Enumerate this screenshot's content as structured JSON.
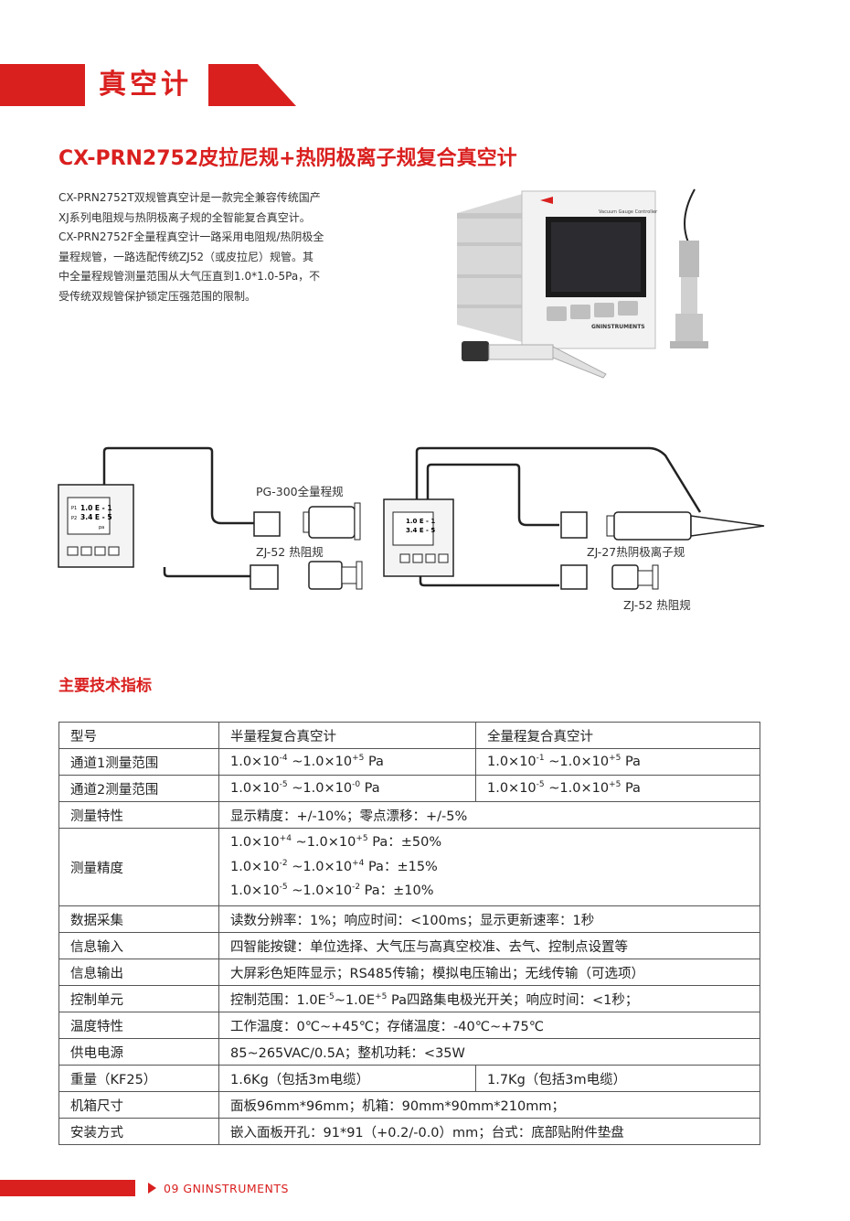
{
  "header": {
    "title": "真空计"
  },
  "product": {
    "title": "CX-PRN2752皮拉尼规+热阴极离子规复合真空计",
    "intro_lines": [
      "CX-PRN2752T双规管真空计是一款完全兼容传统国产",
      "XJ系列电阻规与热阴极离子规的全智能复合真空计。",
      "CX-PRN2752F全量程真空计一路采用电阻规/热阴极全",
      "量程规管，一路选配传统ZJ52（或皮拉尼）规管。其",
      "中全量程规管测量范围从大气压直到1.0*1.0-5Pa，不",
      "受传统双规管保护锁定压强范围的限制。"
    ],
    "device_brand": "GNINSTRUMENTS",
    "device_label": "Vacuum Gauge Controller"
  },
  "diagram": {
    "screen_l1": "1.0 E - 1",
    "screen_l2": "3.4 E - 5",
    "screen_p1": "P1",
    "screen_p2": "P2",
    "screen_unit": "pa",
    "label_pg300": "PG-300全量程规",
    "label_zj52_left": "ZJ-52 热阻规",
    "label_zj27": "ZJ-27热阴极离子规",
    "label_zj52_right": "ZJ-52 热阻规"
  },
  "specs": {
    "title": "主要技术指标",
    "header": {
      "c1": "型号",
      "c2": "半量程复合真空计",
      "c3": "全量程复合真空计"
    },
    "ch1": {
      "label": "通道1测量范围",
      "half": {
        "a": "1.0×10",
        "e1": "-4",
        "b": " ~1.0×10",
        "e2": "+5",
        "c": " Pa"
      },
      "full": {
        "a": "1.0×10",
        "e1": "-1",
        "b": " ~1.0×10",
        "e2": "+5",
        "c": " Pa"
      }
    },
    "ch2": {
      "label": "通道2测量范围",
      "half": {
        "a": "1.0×10",
        "e1": "-5",
        "b": " ~1.0×10",
        "e2": "-0",
        "c": " Pa"
      },
      "full": {
        "a": "1.0×10",
        "e1": "-5",
        "b": " ~1.0×10",
        "e2": "+5",
        "c": " Pa"
      }
    },
    "char": {
      "label": "测量特性",
      "value": "显示精度：+/-10%；零点漂移：+/-5%"
    },
    "accuracy": {
      "label": "测量精度",
      "lines": [
        {
          "a": "1.0×10",
          "e1": "+4",
          "b": " ~1.0×10",
          "e2": "+5",
          "c": " Pa：±50%"
        },
        {
          "a": "1.0×10",
          "e1": "-2",
          "b": " ~1.0×10",
          "e2": "+4",
          "c": " Pa：±15%"
        },
        {
          "a": "1.0×10",
          "e1": "-5",
          "b": " ~1.0×10",
          "e2": "-2",
          "c": " Pa：±10%"
        }
      ]
    },
    "acq": {
      "label": "数据采集",
      "value": "读数分辨率：1%；响应时间：<100ms；显示更新速率：1秒"
    },
    "input": {
      "label": "信息输入",
      "value": "四智能按键：单位选择、大气压与高真空校准、去气、控制点设置等"
    },
    "output": {
      "label": "信息输出",
      "value": "大屏彩色矩阵显示；RS485传输；模拟电压输出；无线传输（可选项）"
    },
    "ctrl": {
      "label": "控制单元",
      "a": "控制范围：1.0E",
      "e1": "-5",
      "b": "~1.0E",
      "e2": "+5",
      "c": " Pa四路集电极光开关；响应时间：<1秒；"
    },
    "temp": {
      "label": "温度特性",
      "value": "工作温度：0℃~+45℃；存储温度：-40℃~+75℃"
    },
    "power": {
      "label": "供电电源",
      "value": "85~265VAC/0.5A；整机功耗：<35W"
    },
    "weight": {
      "label": "重量（KF25）",
      "half": "1.6Kg（包括3m电缆）",
      "full": "1.7Kg（包括3m电缆）"
    },
    "size": {
      "label": "机箱尺寸",
      "value": "面板96mm*96mm；机箱：90mm*90mm*210mm；"
    },
    "mount": {
      "label": "安装方式",
      "value": "嵌入面板开孔：91*91（+0.2/-0.0）mm；台式：底部贴附件垫盘"
    }
  },
  "footer": {
    "text": "09 GNINSTRUMENTS"
  },
  "colors": {
    "accent": "#d9201f"
  }
}
